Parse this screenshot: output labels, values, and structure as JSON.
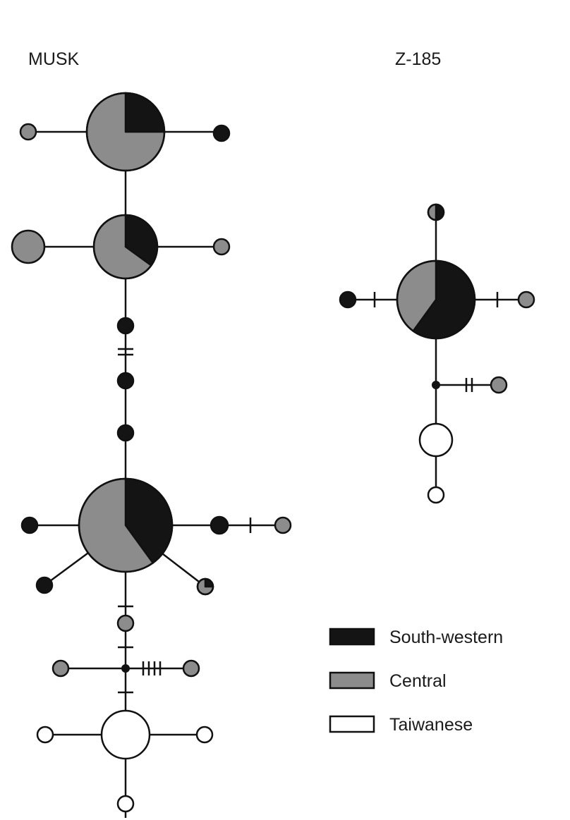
{
  "colors": {
    "south_western": "#141414",
    "central": "#8c8c8c",
    "taiwanese": "#ffffff",
    "stroke": "#111111"
  },
  "panels": {
    "musk": {
      "title": "MUSK"
    },
    "z185": {
      "title": "Z-185"
    }
  },
  "legend": {
    "items": [
      {
        "key": "south_western",
        "label": "South-western"
      },
      {
        "key": "central",
        "label": "Central"
      },
      {
        "key": "taiwanese",
        "label": "Taiwanese"
      }
    ]
  },
  "networks": {
    "musk": {
      "haplotypes": [
        {
          "id": "m1",
          "sw": 0.25,
          "c": 0.75,
          "t": 0
        },
        {
          "id": "m2",
          "sw": 0,
          "c": 1,
          "t": 0
        },
        {
          "id": "m3",
          "sw": 1,
          "c": 0,
          "t": 0
        },
        {
          "id": "m4",
          "sw": 0.35,
          "c": 0.65,
          "t": 0
        },
        {
          "id": "m5",
          "sw": 0,
          "c": 1,
          "t": 0
        },
        {
          "id": "m6",
          "sw": 0,
          "c": 1,
          "t": 0
        },
        {
          "id": "m7",
          "sw": 1,
          "c": 0,
          "t": 0
        },
        {
          "id": "m8",
          "sw": 1,
          "c": 0,
          "t": 0
        },
        {
          "id": "m9",
          "sw": 1,
          "c": 0,
          "t": 0
        },
        {
          "id": "m10",
          "sw": 0.4,
          "c": 0.6,
          "t": 0
        },
        {
          "id": "m11",
          "sw": 1,
          "c": 0,
          "t": 0
        },
        {
          "id": "m12",
          "sw": 1,
          "c": 0,
          "t": 0
        },
        {
          "id": "m13",
          "sw": 0,
          "c": 1,
          "t": 0
        },
        {
          "id": "m14",
          "sw": 1,
          "c": 0,
          "t": 0
        },
        {
          "id": "m15",
          "sw": 0.25,
          "c": 0.75,
          "t": 0
        },
        {
          "id": "m16",
          "sw": 0,
          "c": 1,
          "t": 0
        },
        {
          "id": "m17",
          "sw": 0,
          "c": 1,
          "t": 0
        },
        {
          "id": "m18",
          "sw": 0,
          "c": 1,
          "t": 0
        },
        {
          "id": "m19",
          "sw": 0,
          "c": 0,
          "t": 1
        },
        {
          "id": "m20",
          "sw": 0,
          "c": 0,
          "t": 1
        },
        {
          "id": "m21",
          "sw": 0,
          "c": 0,
          "t": 1
        },
        {
          "id": "m22",
          "sw": 0,
          "c": 0,
          "t": 1
        }
      ]
    },
    "z185": {
      "haplotypes": [
        {
          "id": "z1",
          "sw": 0.6,
          "c": 0.4,
          "t": 0
        },
        {
          "id": "z2",
          "sw": 0.5,
          "c": 0.5,
          "t": 0
        },
        {
          "id": "z3",
          "sw": 1,
          "c": 0,
          "t": 0
        },
        {
          "id": "z4",
          "sw": 0,
          "c": 1,
          "t": 0
        },
        {
          "id": "z5",
          "sw": 0,
          "c": 1,
          "t": 0
        },
        {
          "id": "z6",
          "sw": 0,
          "c": 0,
          "t": 1
        },
        {
          "id": "z7",
          "sw": 0,
          "c": 0,
          "t": 1
        }
      ]
    }
  }
}
